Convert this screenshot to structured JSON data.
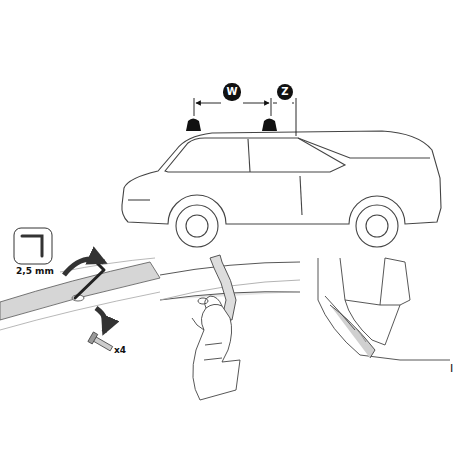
{
  "diagram": {
    "nodes": [
      {
        "text": [
          "W"
        ]
      },
      {
        "text": [
          "Z"
        ]
      }
    ],
    "labels": [
      "2,5 mm",
      "x4",
      "I"
    ]
  }
}
